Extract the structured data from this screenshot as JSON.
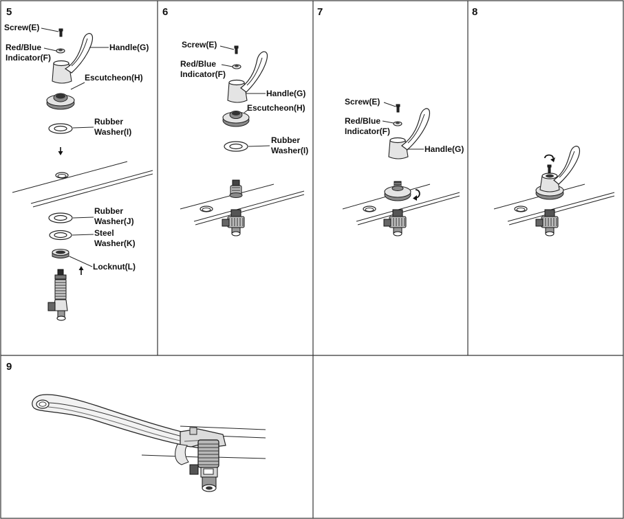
{
  "steps": {
    "s5": {
      "number": "5",
      "labels": {
        "screw": "Screw(E)",
        "indicator_line1": "Red/Blue",
        "indicator_line2": "Indicator(F)",
        "handle": "Handle(G)",
        "escutcheon": "Escutcheon(H)",
        "rubber_washer_i_line1": "Rubber",
        "rubber_washer_i_line2": "Washer(I)",
        "rubber_washer_j_line1": "Rubber",
        "rubber_washer_j_line2": "Washer(J)",
        "steel_washer_line1": "Steel",
        "steel_washer_line2": "Washer(K)",
        "locknut": "Locknut(L)"
      }
    },
    "s6": {
      "number": "6",
      "labels": {
        "screw": "Screw(E)",
        "indicator_line1": "Red/Blue",
        "indicator_line2": "Indicator(F)",
        "handle": "Handle(G)",
        "escutcheon": "Escutcheon(H)",
        "rubber_washer_line1": "Rubber",
        "rubber_washer_line2": "Washer(I)"
      }
    },
    "s7": {
      "number": "7",
      "labels": {
        "screw": "Screw(E)",
        "indicator_line1": "Red/Blue",
        "indicator_line2": "Indicator(F)",
        "handle": "Handle(G)"
      }
    },
    "s8": {
      "number": "8"
    },
    "s9": {
      "number": "9"
    }
  },
  "colors": {
    "line": "#222222",
    "part_dark": "#2a2a2a",
    "part_mid": "#8a8a8a",
    "part_light": "#e4e4e4"
  },
  "icons": [
    "arrow-down-icon",
    "arrow-up-icon",
    "rotate-clockwise-icon",
    "wrench-icon"
  ]
}
